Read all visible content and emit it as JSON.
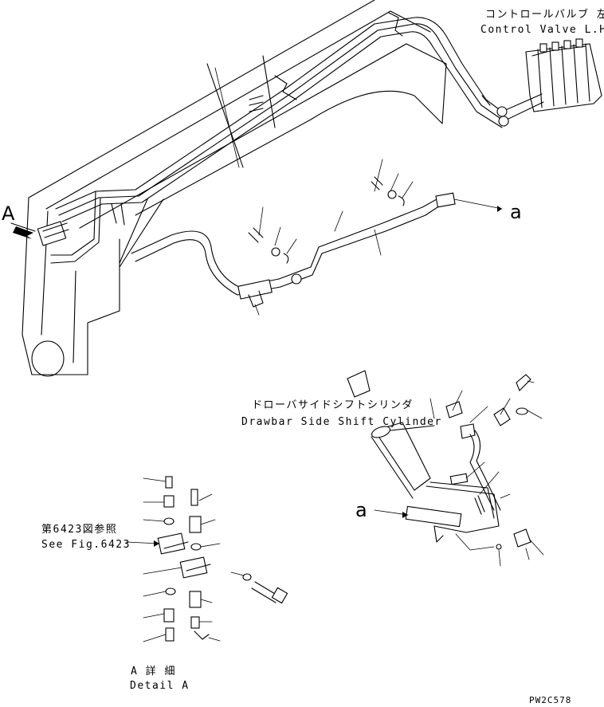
{
  "labels": {
    "control_valve_jp": "コントロールバルブ 左",
    "control_valve_en": "Control Valve L.H.",
    "cylinder_jp": "ドローバサイドシフトシリンダ",
    "cylinder_en": "Drawbar Side Shift Cylinder",
    "see_fig_jp": "第6423図参照",
    "see_fig_en": "See Fig.6423",
    "detail_jp": "A 詳 細",
    "detail_en": "Detail A",
    "view_letter": "A",
    "connect_a_upper": "a",
    "connect_a_lower": "a",
    "drawing_code": "PW2C578"
  }
}
